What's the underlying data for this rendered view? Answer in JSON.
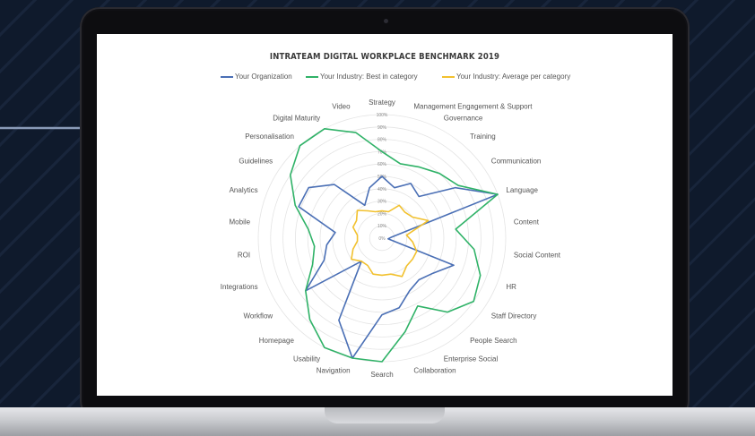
{
  "chart_data": {
    "type": "radar",
    "title": "INTRATEAM DIGITAL WORKPLACE BENCHMARK 2019",
    "scale": [
      0,
      100
    ],
    "ticks": [
      "0%",
      "10%",
      "20%",
      "30%",
      "40%",
      "50%",
      "60%",
      "70%",
      "80%",
      "90%",
      "100%"
    ],
    "grid": true,
    "legend_position": "top",
    "categories": [
      "Strategy",
      "Management Engagement & Support",
      "Governance",
      "Training",
      "Communication",
      "Language",
      "Content",
      "Social Content",
      "HR",
      "Staff Directory",
      "People Search",
      "Enterprise Social",
      "Collaboration",
      "Search",
      "Navigation",
      "Usability",
      "Homepage",
      "Workflow",
      "Integrations",
      "ROI",
      "Mobile",
      "Analytics",
      "Guidelines",
      "Personalisation",
      "Digital Maturity",
      "Video"
    ],
    "series": [
      {
        "name": "Your Organization",
        "color": "#4a6fb5",
        "values": [
          50,
          42,
          50,
          45,
          72,
          100,
          8,
          5,
          62,
          50,
          45,
          48,
          58,
          62,
          100,
          75,
          25,
          75,
          50,
          45,
          38,
          72,
          72,
          58,
          30,
          42
        ]
      },
      {
        "name": "Your Industry: Best in category",
        "color": "#2fb267",
        "values": [
          70,
          62,
          65,
          70,
          75,
          100,
          60,
          75,
          85,
          90,
          80,
          62,
          78,
          100,
          100,
          100,
          88,
          75,
          60,
          55,
          60,
          75,
          90,
          100,
          100,
          88
        ]
      },
      {
        "name": "Your Industry: Average per category",
        "color": "#f2c12e",
        "values": [
          22,
          22,
          30,
          28,
          30,
          40,
          20,
          25,
          30,
          30,
          30,
          35,
          30,
          30,
          30,
          25,
          25,
          30,
          25,
          20,
          20,
          25,
          25,
          30,
          25,
          22
        ]
      }
    ]
  }
}
